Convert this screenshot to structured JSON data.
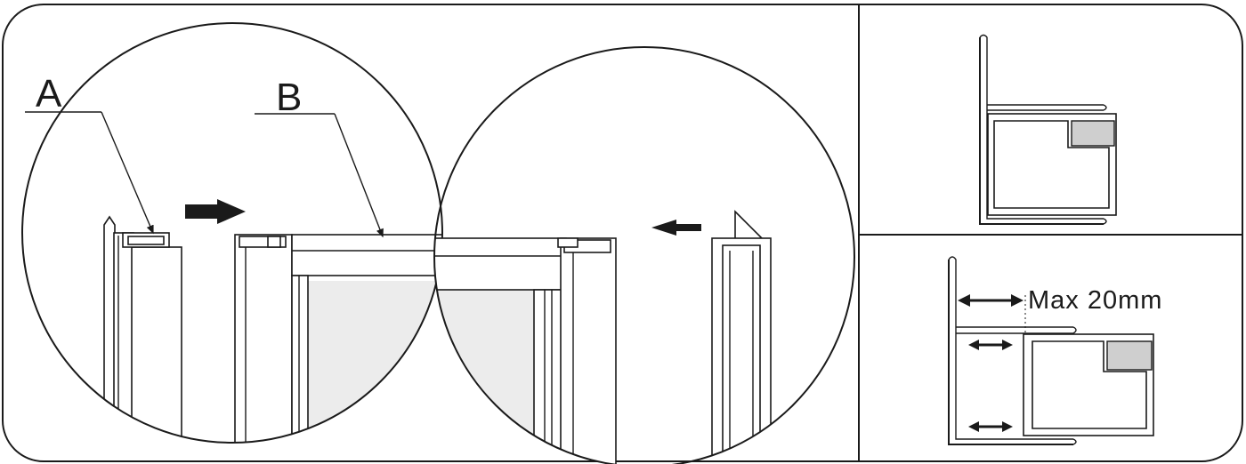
{
  "labels": {
    "a": "A",
    "b": "B",
    "max": "Max 20mm"
  },
  "colors": {
    "line": "#1a1a1a",
    "glass": "#ececec",
    "seal": "#cfcfcf",
    "background": "#ffffff"
  }
}
